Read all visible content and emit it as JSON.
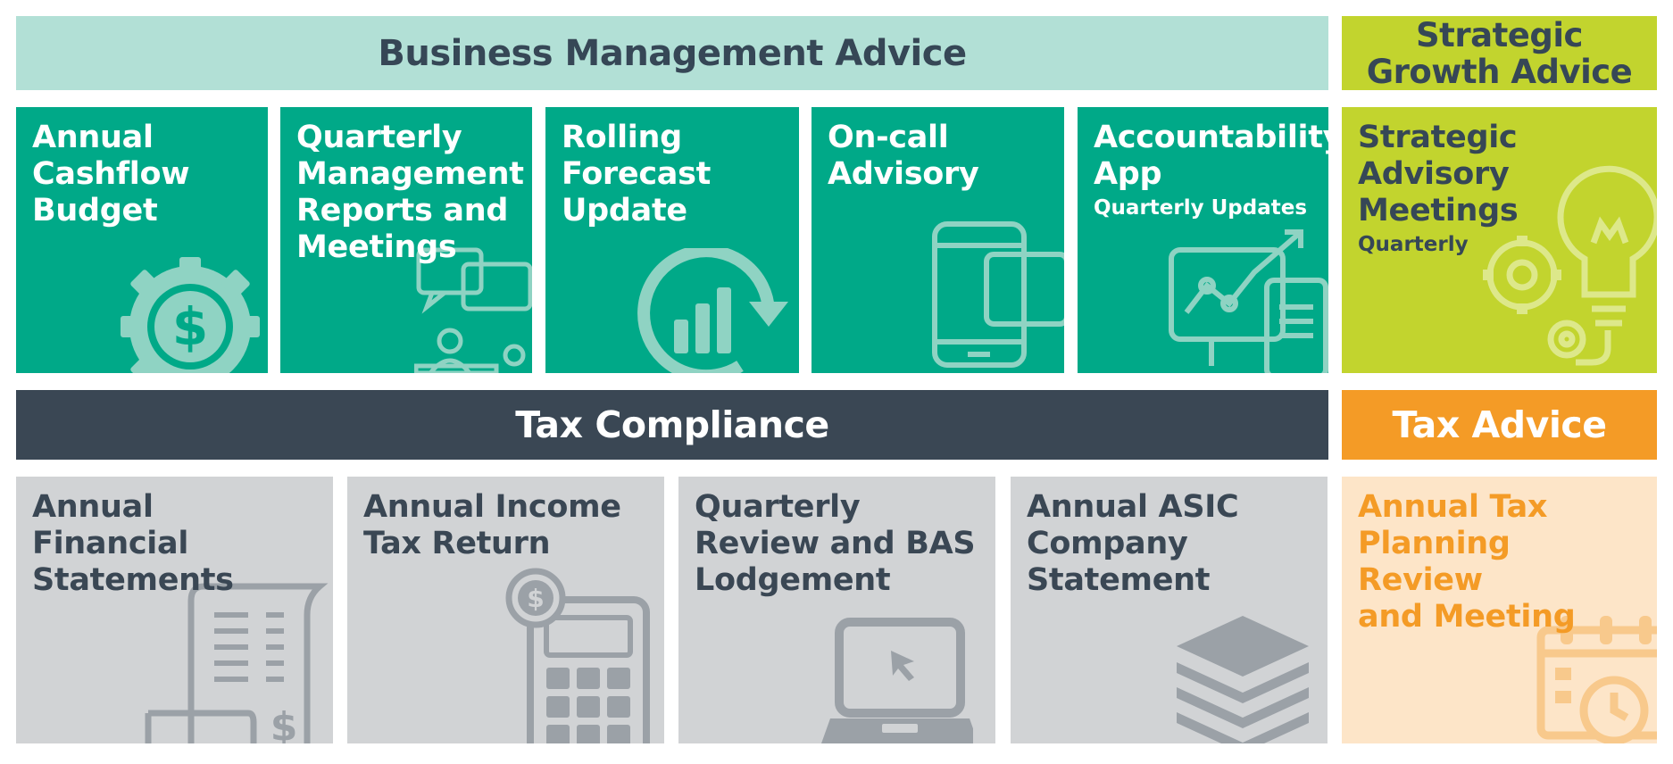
{
  "headers": {
    "business_management": "Business Management Advice",
    "strategic_growth_line1": "Strategic",
    "strategic_growth_line2": "Growth Advice",
    "tax_compliance": "Tax Compliance",
    "tax_advice": "Tax Advice"
  },
  "business_tiles": [
    {
      "lines": [
        "Annual",
        "Cashflow",
        "Budget"
      ],
      "icon": "dollar-gear-icon"
    },
    {
      "lines": [
        "Quarterly",
        "Management",
        "Reports and",
        "Meetings"
      ],
      "icon": "meeting-chat-icon"
    },
    {
      "lines": [
        "Rolling",
        "Forecast",
        "Update"
      ],
      "icon": "forecast-cycle-icon"
    },
    {
      "lines": [
        "On-call",
        "Advisory"
      ],
      "icon": "phone-call-icon"
    },
    {
      "lines": [
        "Accountability",
        "App"
      ],
      "subtitle": "Quarterly Updates",
      "icon": "app-analytics-icon"
    }
  ],
  "strategic_tile": {
    "lines": [
      "Strategic",
      "Advisory",
      "Meetings"
    ],
    "subtitle": "Quarterly",
    "icon": "lightbulb-gears-icon"
  },
  "compliance_tiles": [
    {
      "lines": [
        "Annual Financial",
        "Statements"
      ],
      "icon": "receipt-icon"
    },
    {
      "lines": [
        "Annual Income",
        "Tax Return"
      ],
      "icon": "calculator-icon"
    },
    {
      "lines": [
        "Quarterly",
        "Review and BAS",
        "Lodgement"
      ],
      "icon": "laptop-icon"
    },
    {
      "lines": [
        "Annual ASIC",
        "Company",
        "Statement"
      ],
      "icon": "layers-icon"
    }
  ],
  "tax_advice_tile": {
    "lines": [
      "Annual Tax",
      "Planning Review",
      "and Meeting"
    ],
    "icon": "calendar-clock-icon"
  },
  "colors": {
    "business_header": "#b2e0d6",
    "business_tile": "#00a988",
    "strategic": "#c2d42e",
    "tax_compliance_header": "#3a4754",
    "compliance_tile": "#d1d3d5",
    "tax_advice_header": "#f49b26",
    "tax_advice_tile": "#fde5c8"
  }
}
